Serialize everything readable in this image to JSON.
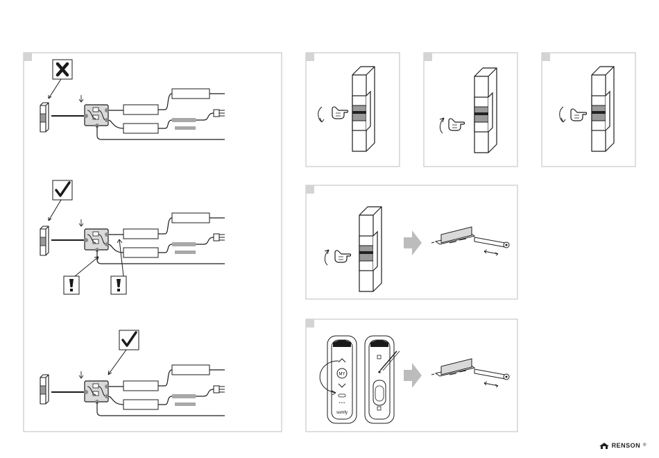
{
  "brand": {
    "name": "RENSON",
    "trademark": "®"
  },
  "remote": {
    "my_label": "MY",
    "dots": "• • •",
    "logo_text": "somfy"
  },
  "colors": {
    "line": "#1a1a1a",
    "panel_border": "#bdbdbd",
    "step_badge": "#d4d4d4",
    "junction_fill": "#d9d9d9",
    "cable_grey": "#a8a8a8",
    "arrow_fill": "#bcbcbc"
  }
}
